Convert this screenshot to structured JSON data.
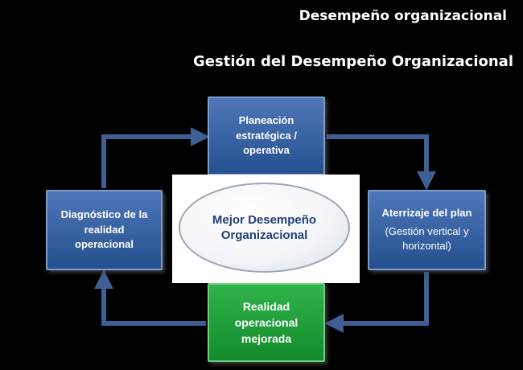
{
  "header": {
    "title": "Desempeño organizacional",
    "subtitle": "Gestión del Desempeño Organizacional"
  },
  "diagram": {
    "top_box": {
      "lines": [
        "Planeación",
        "estratégica /",
        "operativa"
      ]
    },
    "left_box": {
      "lines": [
        "Diagnóstico de la",
        "realidad",
        "operacional"
      ]
    },
    "right_box": {
      "title": "Aterrizaje del plan",
      "sub_lines": [
        "(Gestión vertical y",
        "horizontal)"
      ]
    },
    "bottom_box": {
      "lines": [
        "Realidad",
        "operacional",
        "mejorada"
      ]
    },
    "center": {
      "lines": [
        "Mejor Desempeño",
        "Organizacional"
      ]
    }
  },
  "colors": {
    "background": "#000000",
    "blue_box": "#2f5a9c",
    "green_box": "#1fa03a",
    "arrow": "#3e5f93",
    "center_text": "#1f3f77"
  },
  "icons": [
    "arrow-right-icon",
    "arrow-down-icon",
    "arrow-left-icon",
    "arrow-up-icon"
  ]
}
